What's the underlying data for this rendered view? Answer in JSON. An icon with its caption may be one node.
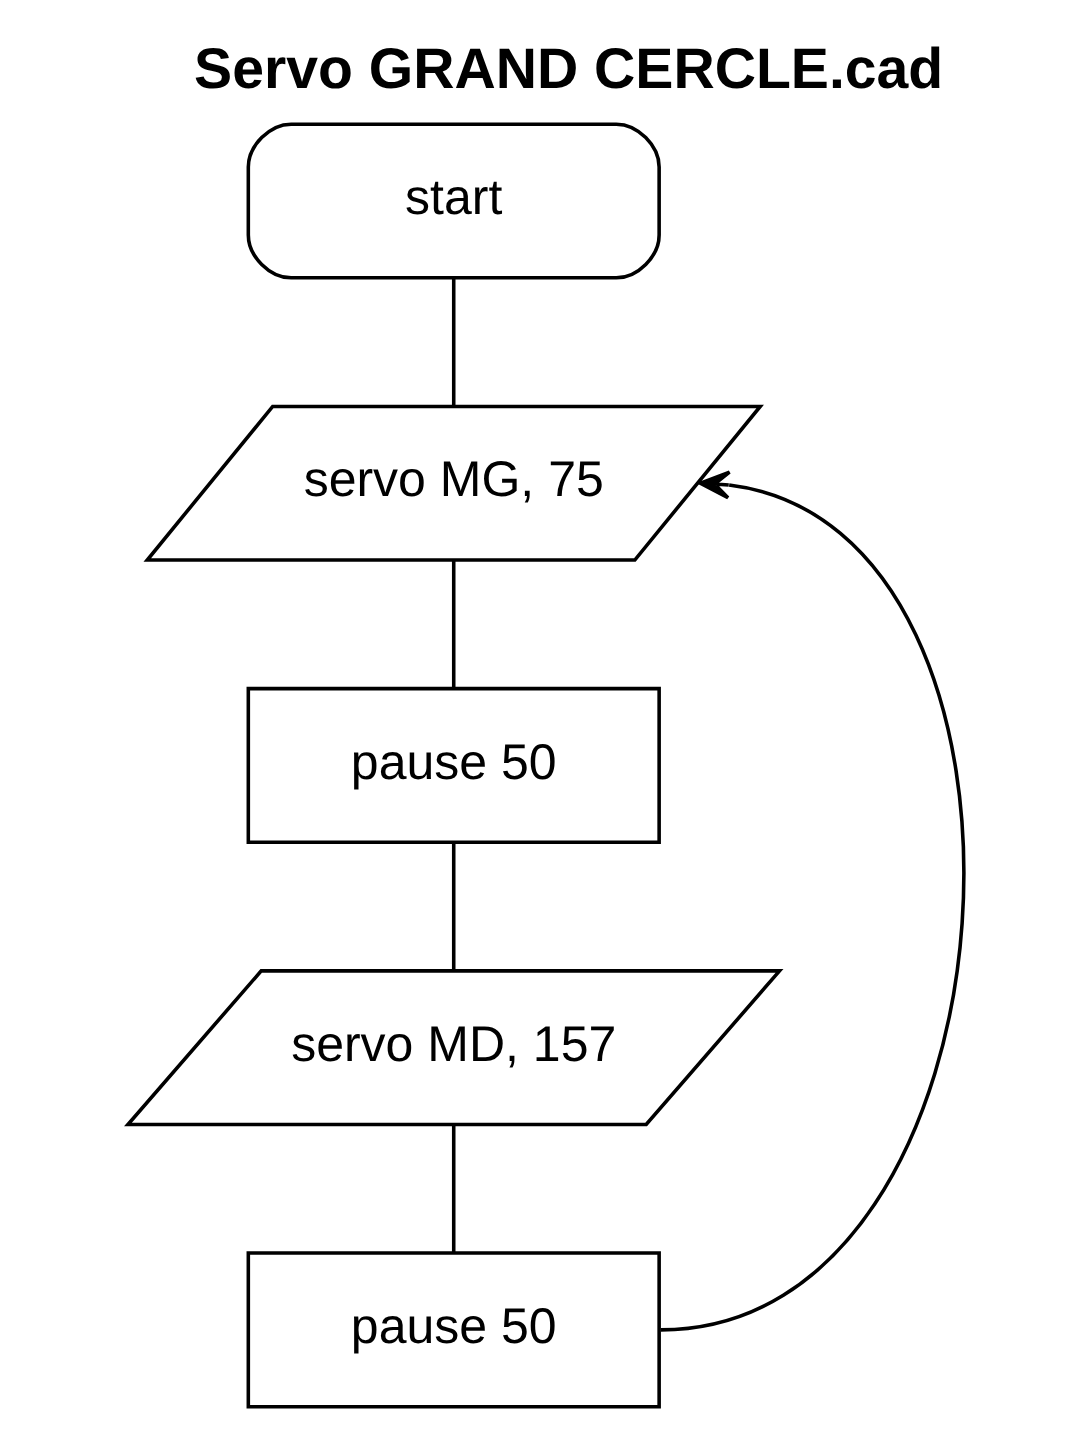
{
  "diagram": {
    "title": "Servo GRAND CERCLE.cad",
    "nodes": [
      {
        "text": [
          "start"
        ]
      },
      {
        "text": [
          "servo MG, 75"
        ]
      },
      {
        "text": [
          "pause 50"
        ]
      },
      {
        "text": [
          "servo MD, 157"
        ]
      },
      {
        "text": [
          "pause 50"
        ]
      }
    ],
    "edges": [
      {
        "from": 0,
        "to": 1,
        "arrow": "none"
      },
      {
        "from": 1,
        "to": 2,
        "arrow": "none"
      },
      {
        "from": 2,
        "to": 3,
        "arrow": "none"
      },
      {
        "from": 3,
        "to": 4,
        "arrow": "none"
      },
      {
        "from": 4,
        "to": 1,
        "arrow": "to"
      }
    ]
  }
}
